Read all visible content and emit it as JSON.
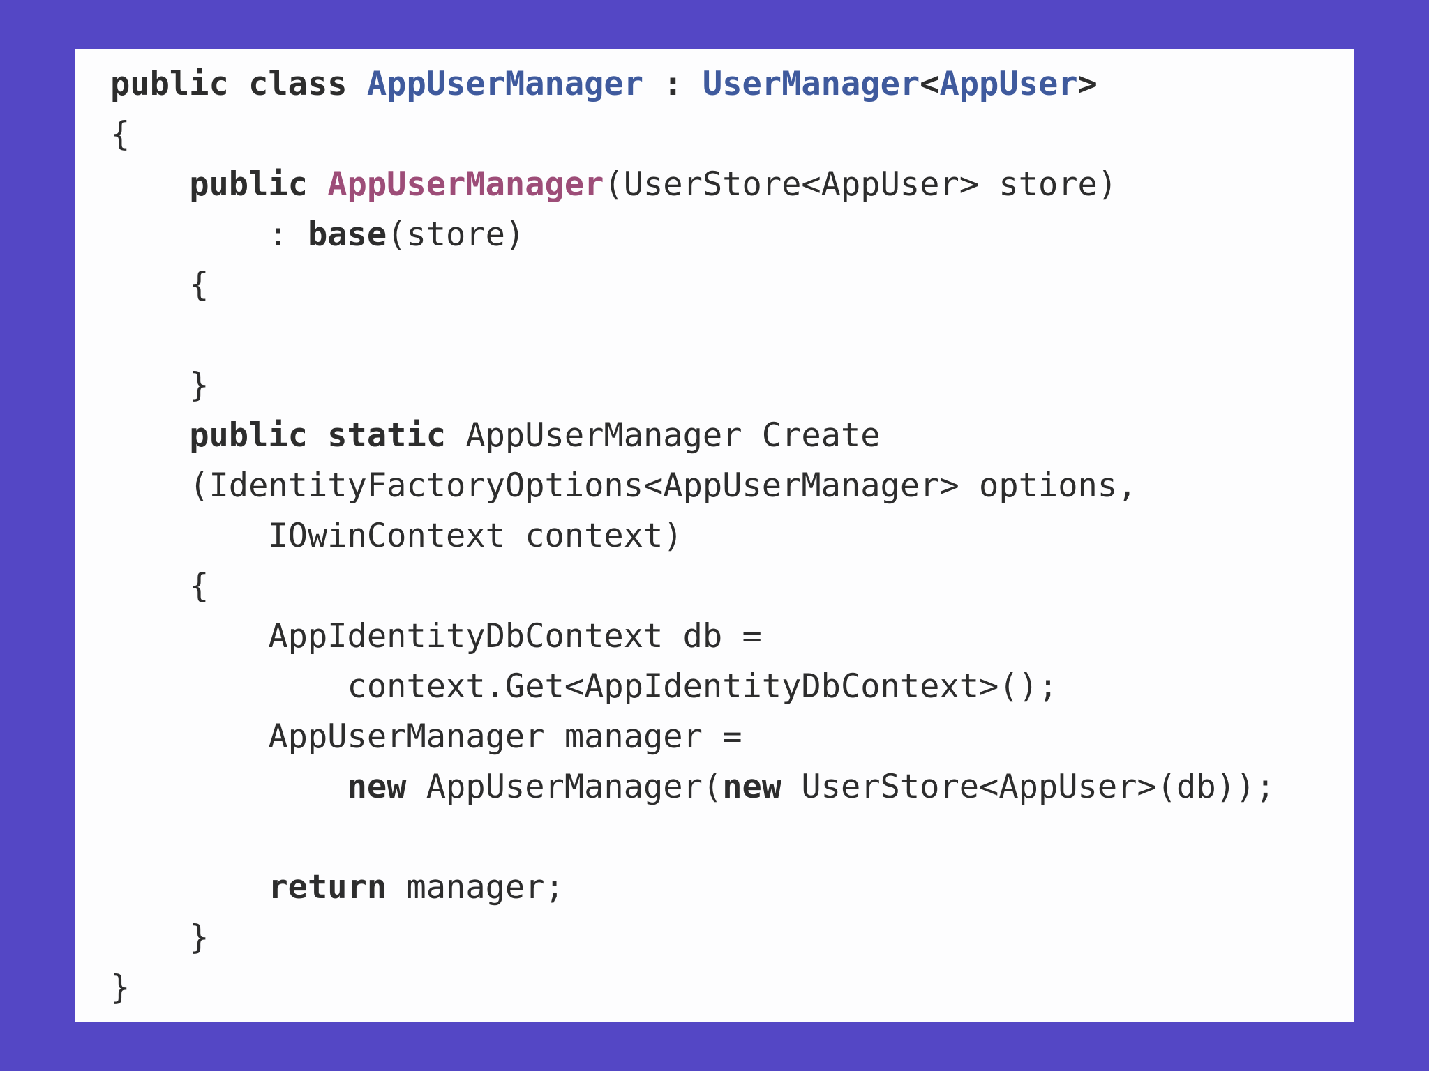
{
  "page": {
    "background_color": "#5447c5"
  },
  "card": {
    "background_color": "#fdfdfe"
  },
  "code": {
    "language": "csharp",
    "colors": {
      "text": "#2d2d2d",
      "keyword": "#2d2d2d",
      "type_name": "#3f5a9d",
      "method_name": "#9d4d78"
    },
    "lines": [
      [
        {
          "t": "public class ",
          "s": "kw"
        },
        {
          "t": "AppUserManager",
          "s": "type"
        },
        {
          "t": " : ",
          "s": "kw"
        },
        {
          "t": "UserManager",
          "s": "type"
        },
        {
          "t": "<",
          "s": "kw"
        },
        {
          "t": "AppUser",
          "s": "type"
        },
        {
          "t": ">",
          "s": "kw"
        }
      ],
      [
        {
          "t": "{",
          "s": "plain"
        }
      ],
      [
        {
          "t": "    ",
          "s": "plain"
        },
        {
          "t": "public ",
          "s": "kw"
        },
        {
          "t": "AppUserManager",
          "s": "ctor"
        },
        {
          "t": "(UserStore<AppUser> store)",
          "s": "plain"
        }
      ],
      [
        {
          "t": "        : ",
          "s": "plain"
        },
        {
          "t": "base",
          "s": "kw"
        },
        {
          "t": "(store)",
          "s": "plain"
        }
      ],
      [
        {
          "t": "    {",
          "s": "plain"
        }
      ],
      [],
      [
        {
          "t": "    }",
          "s": "plain"
        }
      ],
      [
        {
          "t": "    ",
          "s": "plain"
        },
        {
          "t": "public static ",
          "s": "kw"
        },
        {
          "t": "AppUserManager Create",
          "s": "plain"
        }
      ],
      [
        {
          "t": "    (IdentityFactoryOptions<AppUserManager> options,",
          "s": "plain"
        }
      ],
      [
        {
          "t": "        IOwinContext context)",
          "s": "plain"
        }
      ],
      [
        {
          "t": "    {",
          "s": "plain"
        }
      ],
      [
        {
          "t": "        AppIdentityDbContext db =",
          "s": "plain"
        }
      ],
      [
        {
          "t": "            context.Get<AppIdentityDbContext>();",
          "s": "plain"
        }
      ],
      [
        {
          "t": "        AppUserManager manager =",
          "s": "plain"
        }
      ],
      [
        {
          "t": "            ",
          "s": "plain"
        },
        {
          "t": "new",
          "s": "kw"
        },
        {
          "t": " AppUserManager(",
          "s": "plain"
        },
        {
          "t": "new",
          "s": "kw"
        },
        {
          "t": " UserStore<AppUser>(db));",
          "s": "plain"
        }
      ],
      [],
      [
        {
          "t": "        ",
          "s": "plain"
        },
        {
          "t": "return",
          "s": "kw"
        },
        {
          "t": " manager;",
          "s": "plain"
        }
      ],
      [
        {
          "t": "    }",
          "s": "plain"
        }
      ],
      [
        {
          "t": "}",
          "s": "plain"
        }
      ]
    ]
  }
}
